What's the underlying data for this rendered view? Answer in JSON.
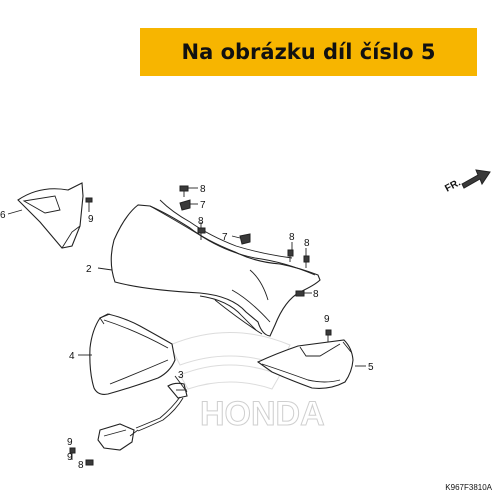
{
  "banner": {
    "text": "Na obrázku díl číslo 5"
  },
  "front_indicator": "FR.",
  "watermark": "HONDA",
  "diagram_code": "K967F3810A",
  "callouts": {
    "c1": "6",
    "c2": "9",
    "c3": "8",
    "c4": "7",
    "c5": "8",
    "c6": "7",
    "c7": "8",
    "c8": "2",
    "c9": "8",
    "c10": "9",
    "c11": "8",
    "c12": "4",
    "c13": "9",
    "c14": "5",
    "c15": "3",
    "c16": "9",
    "c17": "8"
  },
  "colors": {
    "banner": "#f7b500",
    "line": "#222222"
  }
}
